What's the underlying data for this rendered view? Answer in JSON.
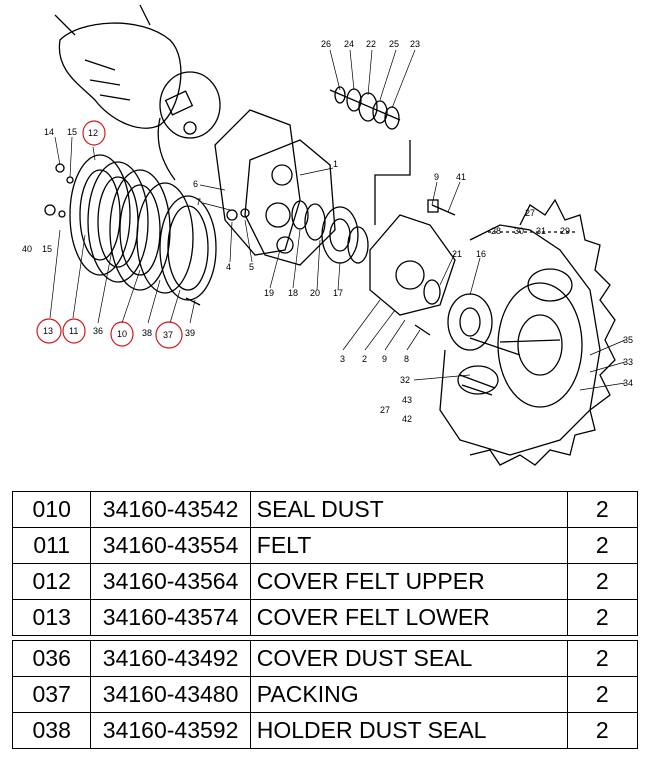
{
  "diagram": {
    "callouts": [
      "26",
      "24",
      "22",
      "25",
      "23",
      "14",
      "15",
      "12",
      "1",
      "6",
      "7",
      "9",
      "41",
      "27",
      "28",
      "30",
      "31",
      "29",
      "40",
      "15",
      "4",
      "5",
      "19",
      "18",
      "20",
      "17",
      "21",
      "16",
      "13",
      "11",
      "36",
      "10",
      "38",
      "37",
      "39",
      "3",
      "2",
      "9",
      "8",
      "35",
      "33",
      "32",
      "34",
      "43",
      "42",
      "27"
    ],
    "circled_callouts": [
      "12",
      "13",
      "11",
      "10",
      "37"
    ]
  },
  "table": {
    "rows": [
      {
        "idx": "010",
        "part": "34160-43542",
        "name": "SEAL DUST",
        "qty": "2"
      },
      {
        "idx": "011",
        "part": "34160-43554",
        "name": "FELT",
        "qty": "2"
      },
      {
        "idx": "012",
        "part": "34160-43564",
        "name": "COVER FELT UPPER",
        "qty": "2"
      },
      {
        "idx": "013",
        "part": "34160-43574",
        "name": "COVER FELT LOWER",
        "qty": "2"
      },
      {
        "idx": "036",
        "part": "34160-43492",
        "name": "COVER DUST SEAL",
        "qty": "2"
      },
      {
        "idx": "037",
        "part": "34160-43480",
        "name": "PACKING",
        "qty": "2"
      },
      {
        "idx": "038",
        "part": "34160-43592",
        "name": "HOLDER DUST SEAL",
        "qty": "2"
      }
    ]
  }
}
